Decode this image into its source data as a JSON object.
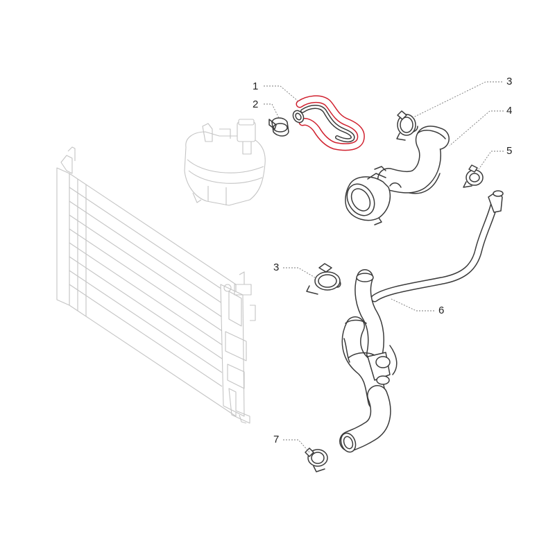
{
  "diagram": {
    "callouts": [
      {
        "id": "1",
        "label": "1",
        "part": "overflow-hose"
      },
      {
        "id": "2",
        "label": "2",
        "part": "small-clamp"
      },
      {
        "id": "3a",
        "label": "3",
        "part": "upper-hose-clamp"
      },
      {
        "id": "4",
        "label": "4",
        "part": "upper-radiator-hose"
      },
      {
        "id": "5",
        "label": "5",
        "part": "bleed-hose-clamp"
      },
      {
        "id": "3b",
        "label": "3",
        "part": "lower-hose-clamp"
      },
      {
        "id": "6",
        "label": "6",
        "part": "lower-radiator-hose"
      },
      {
        "id": "7",
        "label": "7",
        "part": "outlet-clamp"
      }
    ],
    "highlight": {
      "part": "overflow-hose",
      "color": "#d0202e"
    },
    "colors": {
      "line": "#3a3a3a",
      "ghost": "#c4c4c4",
      "text": "#222222"
    }
  }
}
